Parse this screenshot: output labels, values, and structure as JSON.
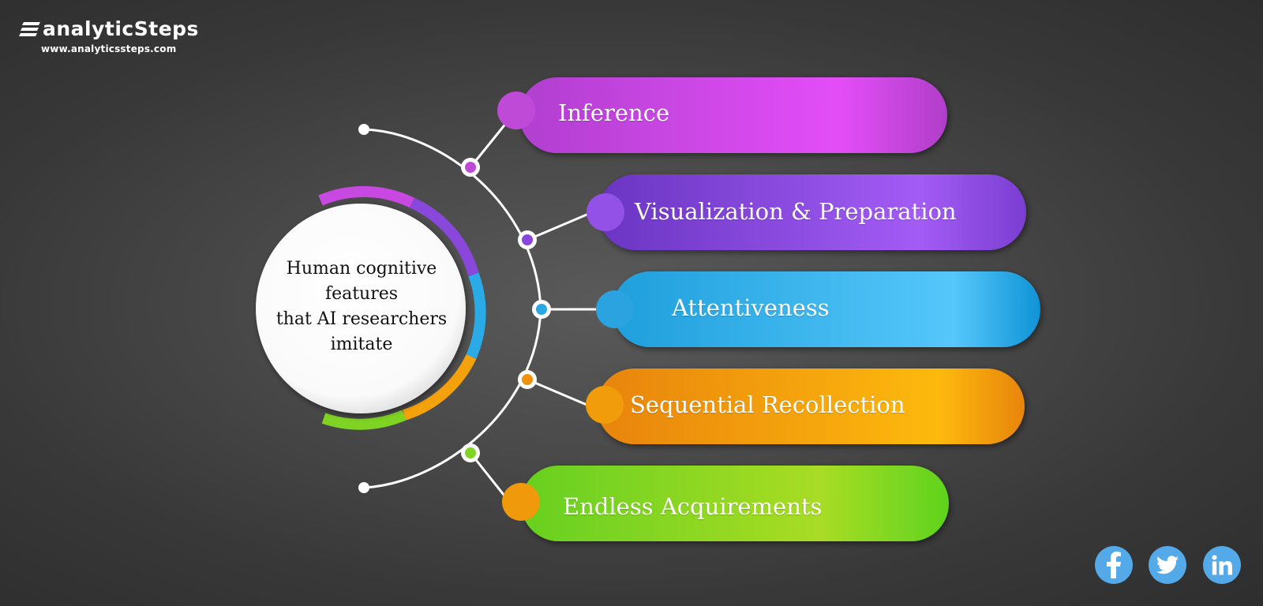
{
  "logo": {
    "brand": "analyticSteps",
    "url": "www.analyticssteps.com"
  },
  "center": {
    "lines": [
      "Human cognitive",
      "features",
      "that AI researchers",
      "imitate"
    ]
  },
  "items": [
    {
      "label": "Inference",
      "colors": [
        "#b13fd0",
        "#e34ef7",
        "#b03ec9"
      ],
      "dot": "#c04ad8"
    },
    {
      "label": "Visualization & Preparation",
      "colors": [
        "#6a35c2",
        "#a35cf5",
        "#7b3ed1"
      ],
      "dot": "#8a45dd"
    },
    {
      "label": "Attentiveness",
      "colors": [
        "#1f9fdc",
        "#55c7fa",
        "#0f93d6"
      ],
      "dot": "#2aa8e3"
    },
    {
      "label": "Sequential Recollection",
      "colors": [
        "#e8840a",
        "#fdb90a",
        "#e8850c"
      ],
      "dot": "#f0930b"
    },
    {
      "label": "Endless Acquirements",
      "colors": [
        "#67d01f",
        "#a9dc25",
        "#5fd31e"
      ],
      "dot": "#7fd622"
    }
  ],
  "social": [
    {
      "name": "facebook",
      "icon": "facebook-icon"
    },
    {
      "name": "twitter",
      "icon": "twitter-icon"
    },
    {
      "name": "linkedin",
      "icon": "linkedin-icon"
    }
  ]
}
